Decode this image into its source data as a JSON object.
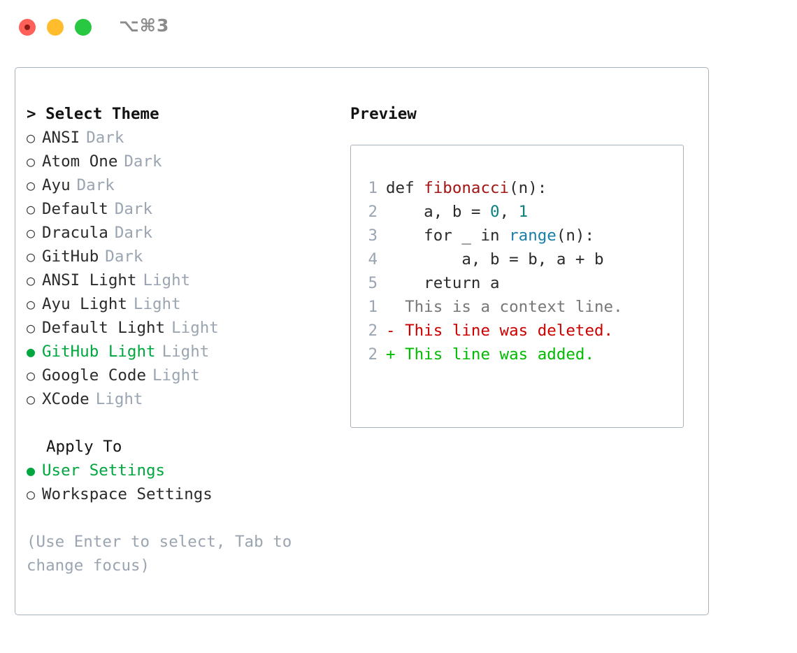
{
  "window": {
    "shortcut": "⌥⌘3",
    "traffic_lights": [
      "close-red",
      "minimize-yellow",
      "maximize-green"
    ],
    "accent_green": "#00A63E",
    "border_color": "#aab2bd",
    "muted_color": "#9aa5b1"
  },
  "left": {
    "heading": "> Select Theme",
    "themes": [
      {
        "bullet": "○",
        "label": "ANSI",
        "tag": "Dark",
        "selected": false
      },
      {
        "bullet": "○",
        "label": "Atom One",
        "tag": "Dark",
        "selected": false
      },
      {
        "bullet": "○",
        "label": "Ayu",
        "tag": "Dark",
        "selected": false
      },
      {
        "bullet": "○",
        "label": "Default",
        "tag": "Dark",
        "selected": false
      },
      {
        "bullet": "○",
        "label": "Dracula",
        "tag": "Dark",
        "selected": false
      },
      {
        "bullet": "○",
        "label": "GitHub",
        "tag": "Dark",
        "selected": false
      },
      {
        "bullet": "○",
        "label": "ANSI Light",
        "tag": "Light",
        "selected": false
      },
      {
        "bullet": "○",
        "label": "Ayu Light",
        "tag": "Light",
        "selected": false
      },
      {
        "bullet": "○",
        "label": "Default Light",
        "tag": "Light",
        "selected": false
      },
      {
        "bullet": "●",
        "label": "GitHub Light",
        "tag": "Light",
        "selected": true
      },
      {
        "bullet": "○",
        "label": "Google Code",
        "tag": "Light",
        "selected": false
      },
      {
        "bullet": "○",
        "label": "XCode",
        "tag": "Light",
        "selected": false
      }
    ],
    "apply_to_heading": "Apply To",
    "apply_to_options": [
      {
        "bullet": "●",
        "label": "User Settings",
        "selected": true
      },
      {
        "bullet": "○",
        "label": "Workspace Settings",
        "selected": false
      }
    ],
    "hint": "(Use Enter to select, Tab to change focus)"
  },
  "right": {
    "heading": "Preview",
    "code_lines": [
      {
        "n": "1",
        "tokens": [
          {
            "t": "def ",
            "c": "plain"
          },
          {
            "t": "fibonacci",
            "c": "fn"
          },
          {
            "t": "(n):",
            "c": "plain"
          }
        ]
      },
      {
        "n": "2",
        "tokens": [
          {
            "t": "    a, b = ",
            "c": "plain"
          },
          {
            "t": "0",
            "c": "num"
          },
          {
            "t": ", ",
            "c": "plain"
          },
          {
            "t": "1",
            "c": "num"
          }
        ]
      },
      {
        "n": "3",
        "tokens": [
          {
            "t": "    for _ in ",
            "c": "plain"
          },
          {
            "t": "range",
            "c": "builtin"
          },
          {
            "t": "(n):",
            "c": "plain"
          }
        ]
      },
      {
        "n": "4",
        "tokens": [
          {
            "t": "        a, b = b, a + b",
            "c": "plain"
          }
        ]
      },
      {
        "n": "5",
        "tokens": [
          {
            "t": "    return a",
            "c": "plain"
          }
        ]
      }
    ],
    "diff_lines": [
      {
        "n": "1",
        "marker": " ",
        "text": " This is a context line.",
        "kind": "ctx"
      },
      {
        "n": "2",
        "marker": "-",
        "text": " This line was deleted.",
        "kind": "del"
      },
      {
        "n": "2",
        "marker": "+",
        "text": " This line was added.",
        "kind": "add"
      }
    ]
  }
}
